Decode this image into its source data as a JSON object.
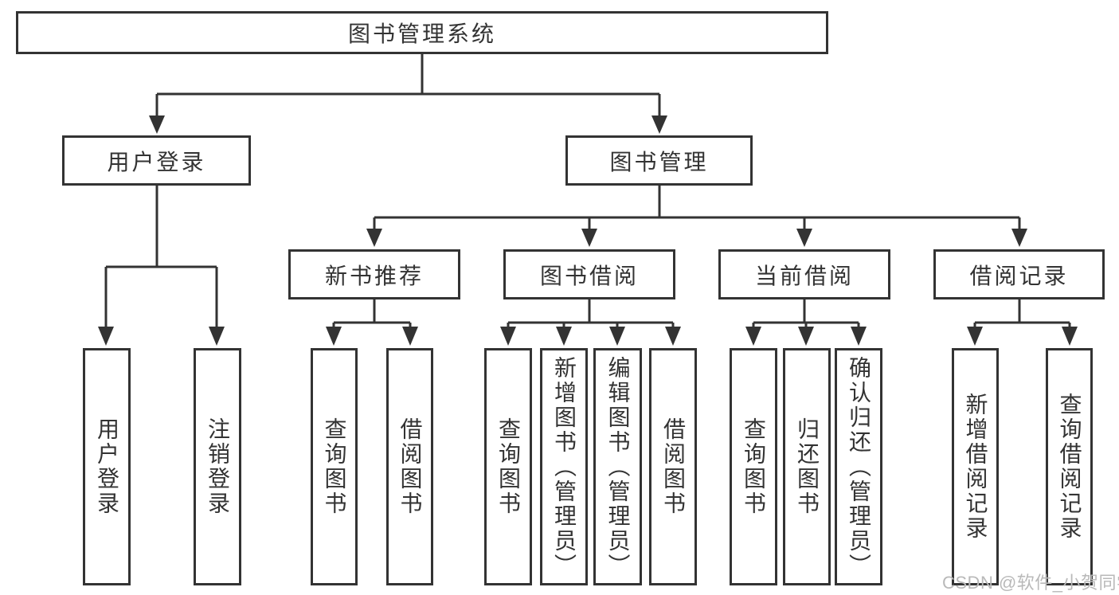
{
  "page": {
    "background": "#ffffff"
  },
  "diagram": {
    "type": "hierarchy-tree",
    "line_color": "#333333",
    "box_border_color": "#333333",
    "text_color": "#333333",
    "root": {
      "label": "图书管理系统"
    },
    "branches": [
      {
        "label": "用户登录",
        "children": [
          {
            "label": "用户登录"
          },
          {
            "label": "注销登录"
          }
        ]
      },
      {
        "label": "图书管理",
        "children": [
          {
            "label": "新书推荐",
            "children": [
              {
                "label": "查询图书"
              },
              {
                "label": "借阅图书"
              }
            ]
          },
          {
            "label": "图书借阅",
            "children": [
              {
                "label": "查询图书"
              },
              {
                "label": "新增图书（管理员）"
              },
              {
                "label": "编辑图书（管理员）"
              },
              {
                "label": "借阅图书"
              }
            ]
          },
          {
            "label": "当前借阅",
            "children": [
              {
                "label": "查询图书"
              },
              {
                "label": "归还图书"
              },
              {
                "label": "确认归还（管理员）"
              }
            ]
          },
          {
            "label": "借阅记录",
            "children": [
              {
                "label": "新增借阅记录"
              },
              {
                "label": "查询借阅记录"
              }
            ]
          }
        ]
      }
    ]
  },
  "watermark": {
    "text": "CSDN @软件_小贺同学",
    "color": "#b9b9b9"
  }
}
